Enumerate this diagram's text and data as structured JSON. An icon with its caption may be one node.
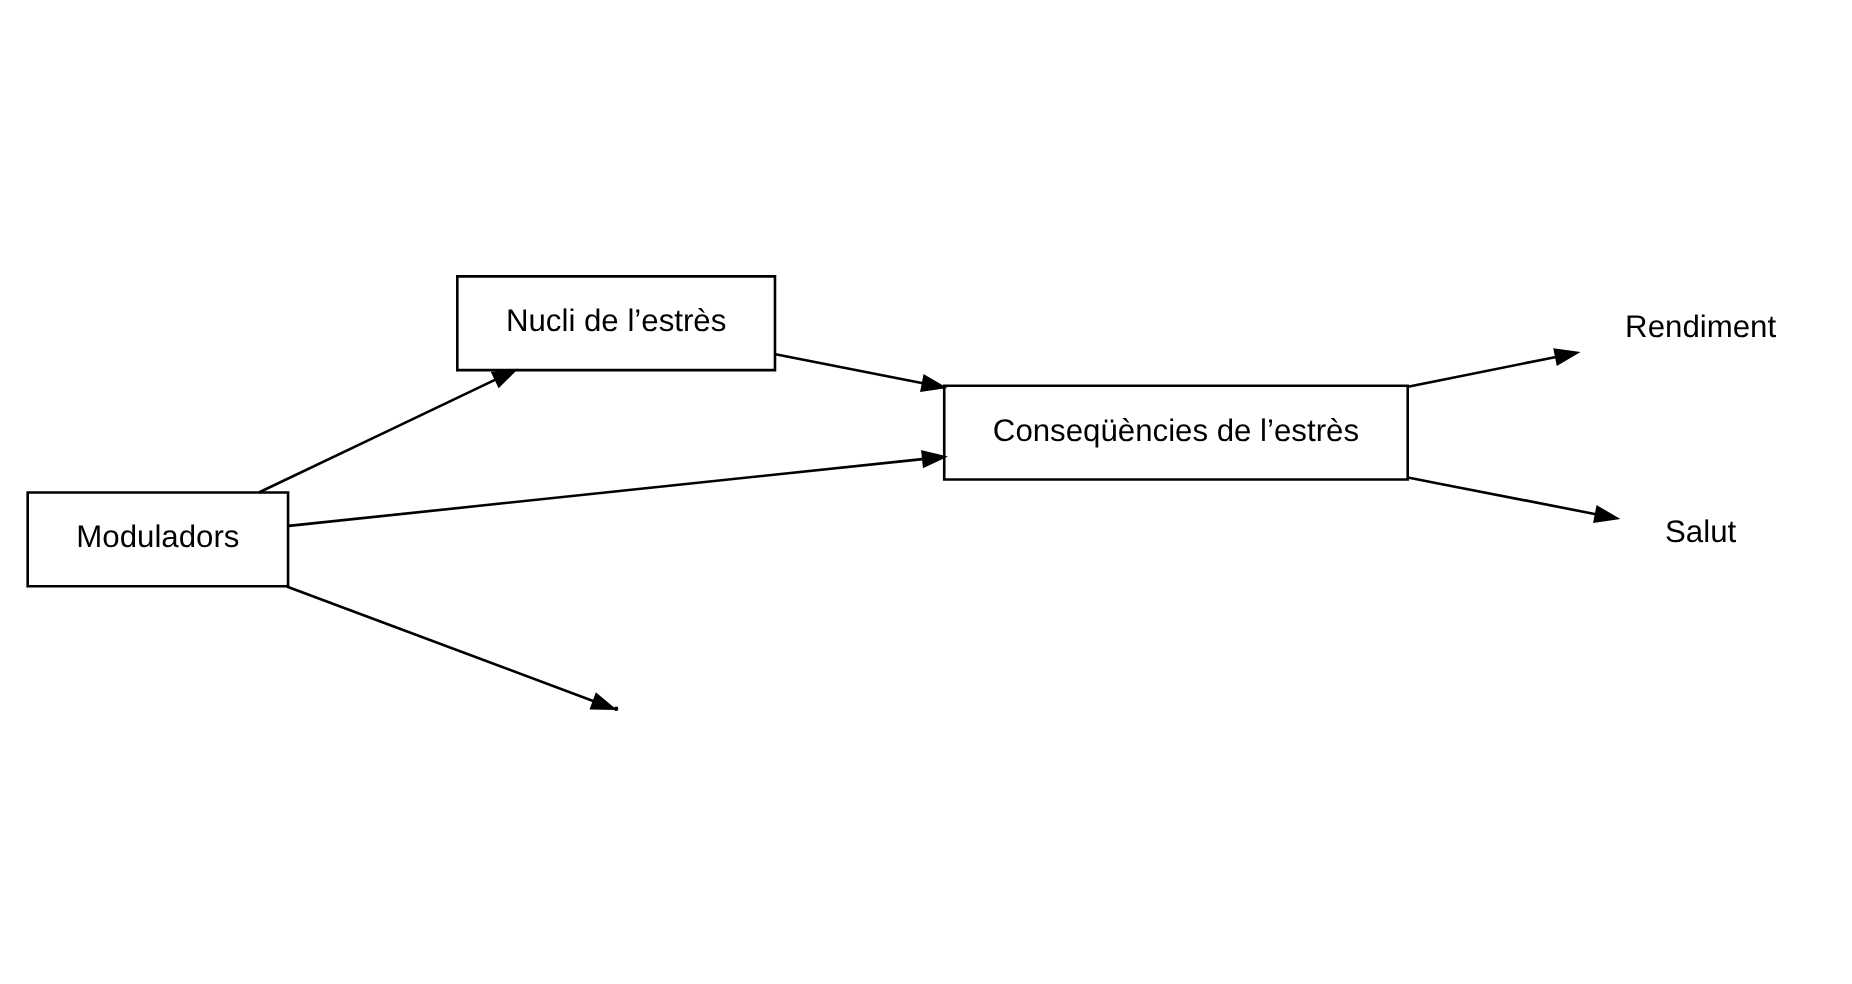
{
  "diagram": {
    "nodes": [
      {
        "text": [
          "Nucli de l’estrès"
        ]
      },
      {
        "text": [
          "Moduladors"
        ]
      },
      {
        "text": [
          "Conseqüències de l’estrès"
        ]
      },
      {
        "text": [
          "Rendiment"
        ]
      },
      {
        "text": [
          "Salut"
        ]
      }
    ],
    "edges": [
      {
        "from": 1,
        "to": 0,
        "arrow": "to"
      },
      {
        "from": 1,
        "to": null,
        "arrow": "to"
      },
      {
        "from": 0,
        "to": 2,
        "arrow": "to"
      },
      {
        "from": 1,
        "to": 2,
        "arrow": "to"
      },
      {
        "from": 2,
        "to": 3,
        "arrow": "to"
      },
      {
        "from": 2,
        "to": 4,
        "arrow": "to"
      }
    ]
  }
}
